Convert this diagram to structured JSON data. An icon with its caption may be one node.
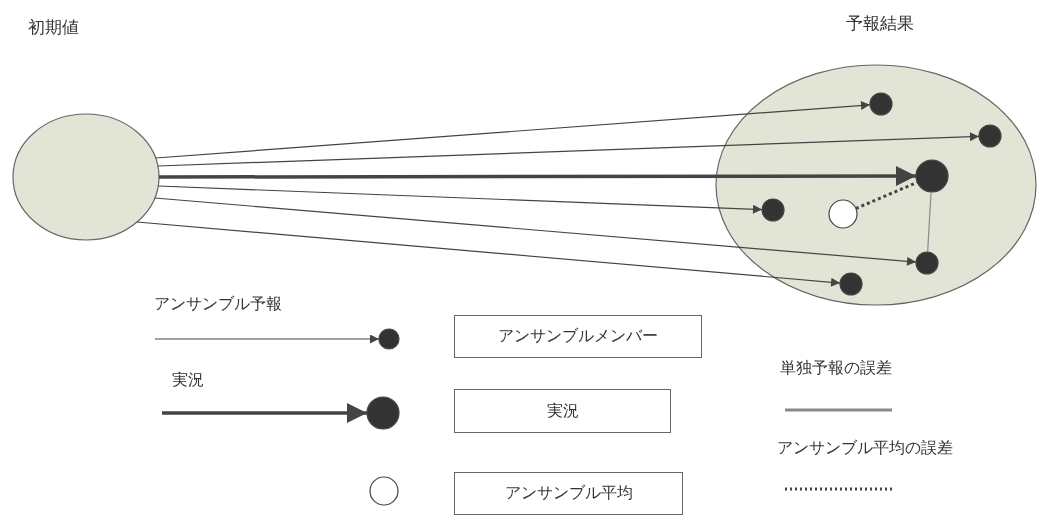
{
  "diagram": {
    "nodes": [
      {
        "text": [
          "初期値"
        ]
      },
      {
        "text": [
          "予報結果"
        ]
      },
      {
        "text": [],
        "shape": "circle",
        "in": 1
      },
      {
        "text": [],
        "shape": "circle",
        "in": 1
      },
      {
        "text": [],
        "shape": "circle",
        "in": 1
      },
      {
        "text": [],
        "shape": "circle",
        "in": 1
      },
      {
        "text": [],
        "shape": "circle",
        "in": 1
      },
      {
        "text": [],
        "shape": "circle",
        "in": 1
      },
      {
        "text": [],
        "shape": "circle",
        "in": 1
      },
      {
        "text": [],
        "shape": "circle"
      },
      {
        "text": [
          "アンサンブルメンバー"
        ]
      },
      {
        "text": [],
        "shape": "circle"
      },
      {
        "text": [
          "実況"
        ]
      },
      {
        "text": [],
        "shape": "circle"
      },
      {
        "text": [
          "アンサンブル平均"
        ]
      }
    ],
    "edges": [
      {
        "from": 0,
        "to": 5,
        "arrow": "to"
      },
      {
        "from": 0,
        "to": 8,
        "arrow": "to"
      },
      {
        "from": 0,
        "to": 7,
        "arrow": "to",
        "style": "thick"
      },
      {
        "from": 0,
        "to": 2,
        "arrow": "to"
      },
      {
        "from": 0,
        "to": 6,
        "arrow": "to"
      },
      {
        "from": 0,
        "to": 4,
        "arrow": "to"
      },
      {
        "from": 7,
        "to": 6,
        "arrow": "none",
        "color": "#8a8a8a"
      },
      {
        "from": 3,
        "to": 7,
        "arrow": "none",
        "style": "dashed"
      },
      {
        "from": null,
        "to": 9,
        "arrow": "to"
      },
      {
        "from": null,
        "to": 11,
        "arrow": "to",
        "style": "thick"
      }
    ],
    "labels": [
      "アンサンブル予報",
      "実況"
    ],
    "legend": [
      {
        "text": "単独予報の誤差"
      },
      {
        "text": "アンサンブル平均の誤差"
      }
    ]
  }
}
